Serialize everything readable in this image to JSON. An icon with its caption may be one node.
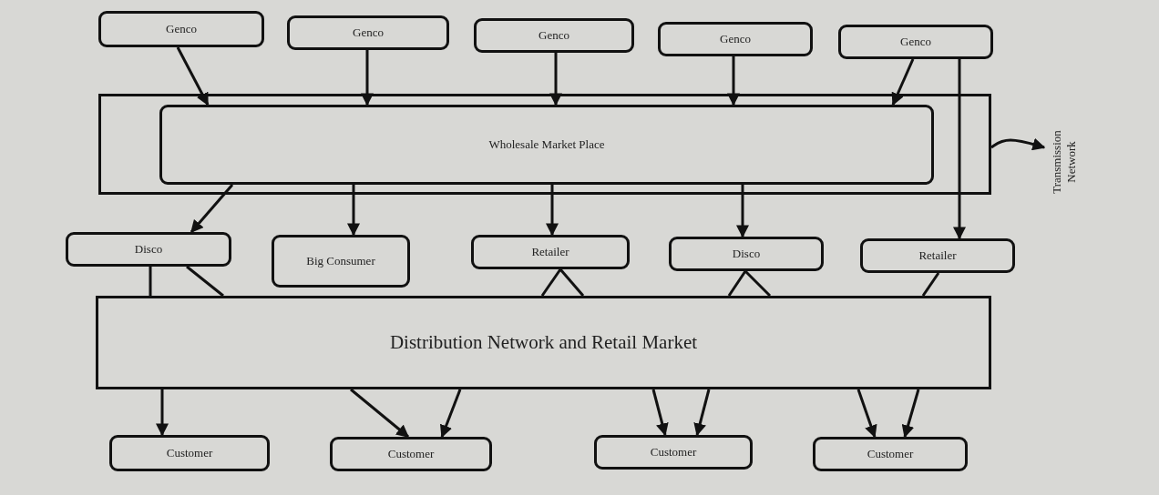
{
  "diagram": {
    "nodes": [
      {
        "text": [
          "Genco"
        ]
      },
      {
        "text": [
          "Genco"
        ]
      },
      {
        "text": [
          "Genco"
        ]
      },
      {
        "text": [
          "Genco"
        ]
      },
      {
        "text": [
          "Genco"
        ]
      },
      {
        "text": [],
        "shape": "box"
      },
      {
        "text": [
          "Wholesale Market Place"
        ],
        "in": 5
      },
      {
        "text": [
          "Transmission Network"
        ]
      },
      {
        "text": [
          "Disco"
        ]
      },
      {
        "text": [
          "Big Consumer"
        ]
      },
      {
        "text": [
          "Retailer"
        ]
      },
      {
        "text": [
          "Disco"
        ]
      },
      {
        "text": [
          "Retailer"
        ]
      },
      {
        "text": [
          "Distribution Network and Retail Market"
        ]
      },
      {
        "text": [
          "Customer"
        ]
      },
      {
        "text": [
          "Customer"
        ]
      },
      {
        "text": [
          "Customer"
        ]
      },
      {
        "text": [
          "Customer"
        ]
      }
    ],
    "edges": [
      {
        "from": 0,
        "to": 6,
        "arrow": "to"
      },
      {
        "from": 1,
        "to": 6,
        "arrow": "to"
      },
      {
        "from": 2,
        "to": 6,
        "arrow": "to"
      },
      {
        "from": 3,
        "to": 6,
        "arrow": "to"
      },
      {
        "from": 4,
        "to": 6,
        "arrow": "to"
      },
      {
        "from": 4,
        "to": 12,
        "arrow": "to"
      },
      {
        "from": 6,
        "to": 8,
        "arrow": "to"
      },
      {
        "from": 6,
        "to": 9,
        "arrow": "to"
      },
      {
        "from": 6,
        "to": 10,
        "arrow": "to"
      },
      {
        "from": 6,
        "to": 11,
        "arrow": "to"
      },
      {
        "from": 5,
        "to": 7,
        "arrow": "to"
      },
      {
        "from": 8,
        "to": 13,
        "arrow": "none"
      },
      {
        "from": 8,
        "to": 13,
        "arrow": "none"
      },
      {
        "from": 10,
        "to": 13,
        "arrow": "none"
      },
      {
        "from": 10,
        "to": 13,
        "arrow": "none"
      },
      {
        "from": 11,
        "to": 13,
        "arrow": "none"
      },
      {
        "from": 11,
        "to": 13,
        "arrow": "none"
      },
      {
        "from": 12,
        "to": 13,
        "arrow": "none"
      },
      {
        "from": 13,
        "to": 14,
        "arrow": "to"
      },
      {
        "from": 13,
        "to": 15,
        "arrow": "to"
      },
      {
        "from": 13,
        "to": 15,
        "arrow": "to"
      },
      {
        "from": 13,
        "to": 16,
        "arrow": "to"
      },
      {
        "from": 13,
        "to": 16,
        "arrow": "to"
      },
      {
        "from": 13,
        "to": 17,
        "arrow": "to"
      },
      {
        "from": 13,
        "to": 17,
        "arrow": "to"
      }
    ]
  }
}
